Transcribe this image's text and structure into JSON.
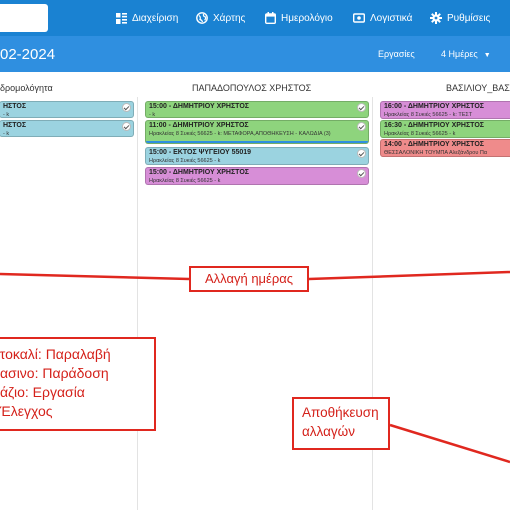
{
  "nav": {
    "items": [
      {
        "label": "Διαχείριση",
        "icon": "grid-icon"
      },
      {
        "label": "Χάρτης",
        "icon": "globe-icon"
      },
      {
        "label": "Ημερολόγιο",
        "icon": "calendar-icon"
      },
      {
        "label": "Λογιστικά",
        "icon": "money-icon"
      },
      {
        "label": "Ρυθμίσεις",
        "icon": "gear-icon"
      }
    ]
  },
  "subbar": {
    "date_title": "02-2024",
    "view_select": "Εργασίες",
    "days_select": "4 Ημέρες"
  },
  "columns": [
    {
      "header": "δρομολόγητα",
      "cards": [
        {
          "title": "ΗΣΤΟΣ",
          "sub": "- k",
          "color": "blue",
          "checked": true
        },
        {
          "title": "ΗΣΤΟΣ",
          "sub": "- k",
          "color": "blue",
          "checked": true
        }
      ]
    },
    {
      "header": "ΠΑΠΑΔΟΠΟΥΛΟΣ ΧΡΗΣΤΟΣ",
      "cards": [
        {
          "title": "15:00 - ΔΗΜΗΤΡΙΟΥ ΧΡΗΣΤΟΣ",
          "sub": "- k",
          "color": "green",
          "checked": true
        },
        {
          "title": "11:00 - ΔΗΜΗΤΡΙΟΥ ΧΡΗΣΤΟΣ",
          "sub": "Ηρακλείας 8 Συκιές 56625 - k: ΜΕΤΑΦΟΡΑ,ΑΠΟΘΗΚΕΥΣΗ - ΚΑΛΩΔΙΑ (3)",
          "color": "green",
          "checked": true
        },
        {
          "title": "15:00 - ΕΚΤΟΣ ΨΥΓΕΙΟΥ 55019",
          "sub": "Ηρακλείας 8 Συκιές 56625 - k",
          "color": "blue",
          "checked": true
        },
        {
          "title": "15:00 - ΔΗΜΗΤΡΙΟΥ ΧΡΗΣΤΟΣ",
          "sub": "Ηρακλείας 8 Συκιές 56625 - k",
          "color": "purple",
          "checked": true
        }
      ]
    },
    {
      "header": "ΒΑΣΙΛΙΟΥ_ΒΑΣ",
      "cards": [
        {
          "title": "16:00 - ΔΗΜΗΤΡΙΟΥ ΧΡΗΣΤΟΣ",
          "sub": "Ηρακλείας 8 Συκιές 56625 - k: ΤΕΣΤ",
          "color": "purple",
          "checked": false
        },
        {
          "title": "16:30 - ΔΗΜΗΤΡΙΟΥ ΧΡΗΣΤΟΣ",
          "sub": "Ηρακλείας 8 Συκιές 56625 - k",
          "color": "green",
          "checked": false
        },
        {
          "title": "14:00 - ΔΗΜΗΤΡΙΟΥ ΧΡΗΣΤΟΣ",
          "sub": "ΘΕΣΣΑΛΟΝΙΚΗ ΤΟΥΜΠΑ Αλεξάνδρου Πα",
          "color": "red",
          "checked": false
        }
      ]
    }
  ],
  "annotations": {
    "day_change": "Αλλαγή ημέρας",
    "legend": [
      "ρτοκαλί: Παραλαβή",
      "ρασινο: Παράδοση",
      "ράζιο: Εργασία",
      ": Έλεγχος"
    ],
    "save_line1": "Αποθήκευση",
    "save_line2": "αλλαγών"
  },
  "colors": {
    "nav_bg": "#1a82d2",
    "subbar_bg": "#2f8fe0",
    "callout_red": "#e0281f"
  }
}
